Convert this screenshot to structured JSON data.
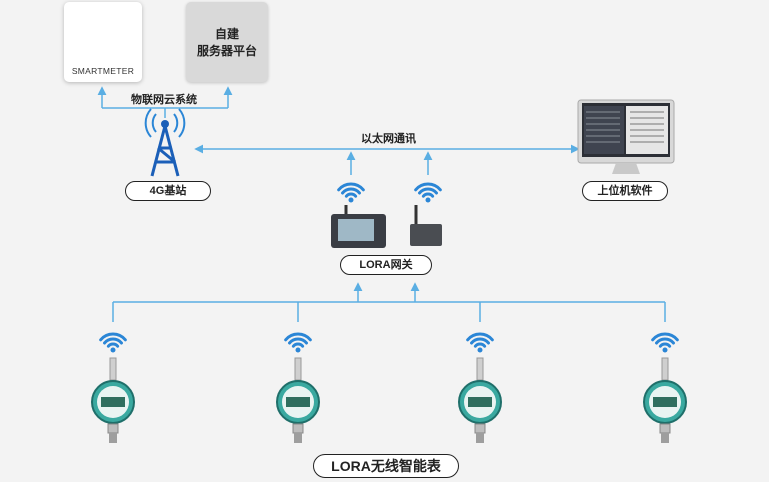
{
  "diagram": {
    "platforms": {
      "smartmeter": {
        "brand_text": "SMARTMETER",
        "icon": "smartmeter-logo-icon",
        "color": "#1aa59b"
      },
      "custom_server": {
        "line1": "自建",
        "line2": "服务器平台"
      }
    },
    "cloud_link_label": "物联网云系统",
    "base_station": {
      "label": "4G基站",
      "icon": "cell-tower-icon"
    },
    "ethernet_label": "以太网通讯",
    "host_computer": {
      "label": "上位机软件",
      "icon": "monitor-icon"
    },
    "gateway": {
      "label": "LORA网关",
      "icons": [
        "gateway-panel-icon",
        "gateway-box-icon"
      ]
    },
    "meters": {
      "label": "LORA无线智能表",
      "count": 4,
      "icon": "pressure-meter-icon"
    },
    "colors": {
      "line": "#5aaee3",
      "wifi": "#2b86d6",
      "tower": "#1b5fb8",
      "meter": "#3aa9a0"
    }
  }
}
